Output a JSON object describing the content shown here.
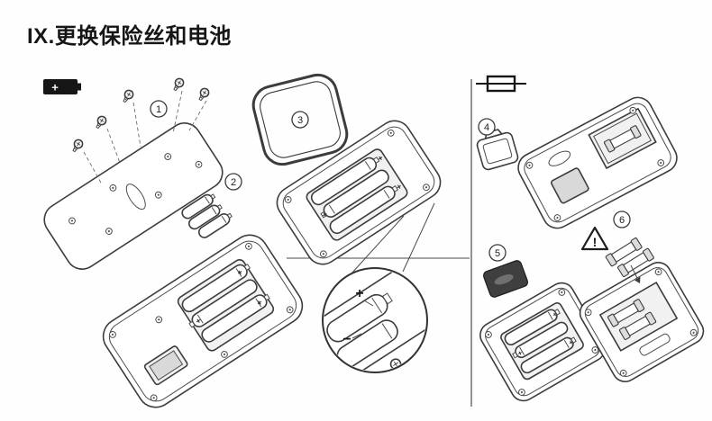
{
  "page": {
    "title": "IX.更换保险丝和电池"
  },
  "callouts": {
    "c1": "1",
    "c2": "2",
    "c3": "3",
    "c4": "4",
    "c5": "5",
    "c6": "6"
  },
  "symbols": {
    "plus": "+",
    "minus": "−",
    "exclaim": "!"
  },
  "icons": {
    "left_section": "battery-icon",
    "right_section": "fuse-icon",
    "caution": "warning-icon"
  },
  "colors": {
    "line": "#3c3c3c",
    "icon_black": "#161616",
    "dark_part": "#3f3f3f",
    "background": "#fefefe"
  }
}
